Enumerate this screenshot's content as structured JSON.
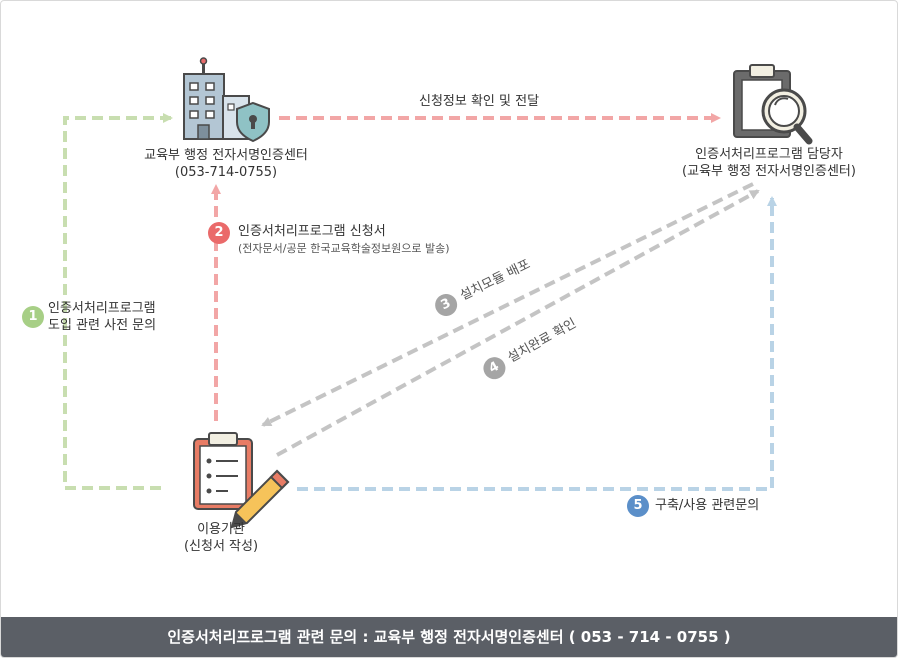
{
  "nodes": {
    "center": {
      "name": "교육부 행정 전자서명인증센터",
      "phone": "(053-714-0755)"
    },
    "manager": {
      "name": "인증서처리프로그램 담당자",
      "org": "(교육부 행정 전자서명인증센터)"
    },
    "institution": {
      "name": "이용기관",
      "sub": "(신청서 작성)"
    }
  },
  "flows": {
    "top": {
      "label": "신청정보 확인 및 전달"
    },
    "step1": {
      "num": "1",
      "line1": "인증서처리프로그램",
      "line2": "도입 관련 사전 문의"
    },
    "step2": {
      "num": "2",
      "line1": "인증서처리프로그램 신청서",
      "line2": "(전자문서/공문 한국교육학술정보원으로 발송)"
    },
    "step3": {
      "num": "3",
      "label": "설치모듈 배포"
    },
    "step4": {
      "num": "4",
      "label": "설치완료 확인"
    },
    "step5": {
      "num": "5",
      "label": "구축/사용 관련문의"
    }
  },
  "colors": {
    "green": "#c8deb0",
    "red": "#f2a6a6",
    "gray": "#c4c4c4",
    "blue": "#b9d3e6",
    "badge_green": "#a7cf86",
    "badge_red": "#ea6a6a",
    "badge_gray": "#a5a5a5",
    "badge_blue": "#5b8fc9"
  },
  "footer": {
    "text": "인증서처리프로그램  관련 문의 : 교육부 행정 전자서명인증센터 ( 053 - 714 - 0755 )"
  }
}
